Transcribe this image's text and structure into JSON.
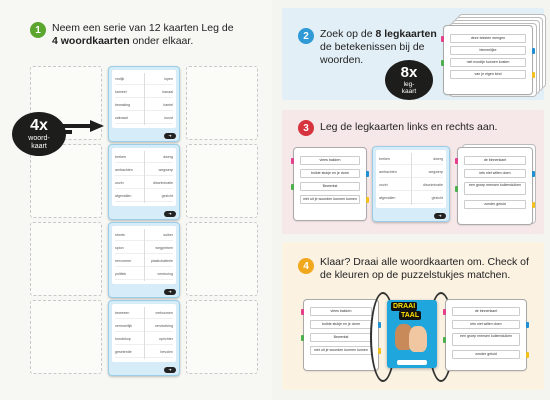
{
  "colors": {
    "step1": "#5aa62f",
    "step2": "#2f9ad6",
    "step3": "#d6333d",
    "step4": "#f2a81c",
    "wordcard_bg": "#d6ecf8",
    "badge": "#1d1d1b"
  },
  "step1": {
    "number": "1",
    "line1": "Neem een serie van 12 kaarten Leg de",
    "bold": "4 woordkaarten",
    "line2_rest": " onder elkaar.",
    "badge_big": "4x",
    "badge_small_1": "woord-",
    "badge_small_2": "kaart",
    "wordcards": [
      {
        "rows": [
          [
            "vrolijk",
            "lopen"
          ],
          [
            "kameel",
            "kanaal"
          ],
          [
            "bewaking",
            "kantel"
          ],
          [
            "zakraad",
            "kunst"
          ]
        ]
      },
      {
        "rows": [
          [
            "breken",
            "dwerg"
          ],
          [
            "ambachten",
            "wegwerp"
          ],
          [
            "onzin",
            "discriminatie"
          ],
          [
            "afgevallen",
            "gezicht"
          ]
        ]
      },
      {
        "rows": [
          [
            "shorts",
            "suiker"
          ],
          [
            "spion",
            "wegpreken"
          ],
          [
            "hervormer",
            "plasticbatterie"
          ],
          [
            "politiek",
            "verdoving"
          ]
        ]
      },
      {
        "rows": [
          [
            "bewezen",
            "verbouwen"
          ],
          [
            "vermoeilijk",
            "vervloeking"
          ],
          [
            "hondekop",
            "oprichter"
          ],
          [
            "gesetentie",
            "bevolen"
          ]
        ]
      }
    ]
  },
  "step2": {
    "number": "2",
    "line1_pre": "Zoek op de ",
    "line1_bold": "8 legkaarten",
    "line2": "de betekenissen bij de",
    "line3": "woorden.",
    "badge_big": "8x",
    "badge_small_1": "leg-",
    "badge_small_2": "kaart",
    "card_rows": [
      "deze teksten mengen",
      "binnenlijke",
      "niet mooitje kunnen kosten",
      "van je eigen kind"
    ]
  },
  "step3": {
    "number": "3",
    "text": "Leg de legkaarten links en rechts aan.",
    "card_left_rows": [
      "vlees bakken",
      "bolide stukje en je dorm",
      "Bewerkst",
      "niet uit je woorden kunnen komen"
    ],
    "card_right_rows": [
      "de binnenkant",
      "iets niet willen doen",
      "een groep mensen kuilemduiken",
      "zonder geluid"
    ]
  },
  "step4": {
    "number": "4",
    "line1": "Klaar? Draai alle woordkaarten om. Check of",
    "line2": "de kleuren op de puzzelstukjes matchen.",
    "puzzle_title_1": "DRAAI",
    "puzzle_title_2": "TAAL",
    "card_left_rows": [
      "vlees bakken",
      "bolide stukje en je dorm",
      "Bewerkst",
      "niet uit je woorden kunnen komen"
    ],
    "card_right_rows": [
      "de binnenkant",
      "iets niet willen doen",
      "een groep mensen kuilemduiken",
      "zonder geluid"
    ]
  }
}
